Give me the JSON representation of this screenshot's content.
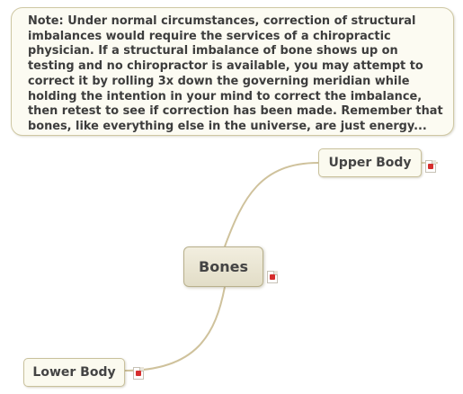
{
  "note": {
    "text": "Note: Under normal circumstances, correction of structural imbalances would require the services of a chiropractic physician.  If a structural imbalance of bone shows up on testing and no chiropractor is available, you may attempt to correct it by rolling 3x down the governing meridian while holding the intention in your mind to correct the imbalance, then retest to see if correction has been made. Remember that bones, like everything else in the universe, are just energy..."
  },
  "mindmap": {
    "central": {
      "label": "Bones"
    },
    "branches": [
      {
        "label": "Upper Body"
      },
      {
        "label": "Lower Body"
      }
    ]
  },
  "colors": {
    "connector": "#cfc29c",
    "note_icon_accent": "#d62e2e"
  },
  "icons": {
    "note_attachment": "note-icon"
  }
}
